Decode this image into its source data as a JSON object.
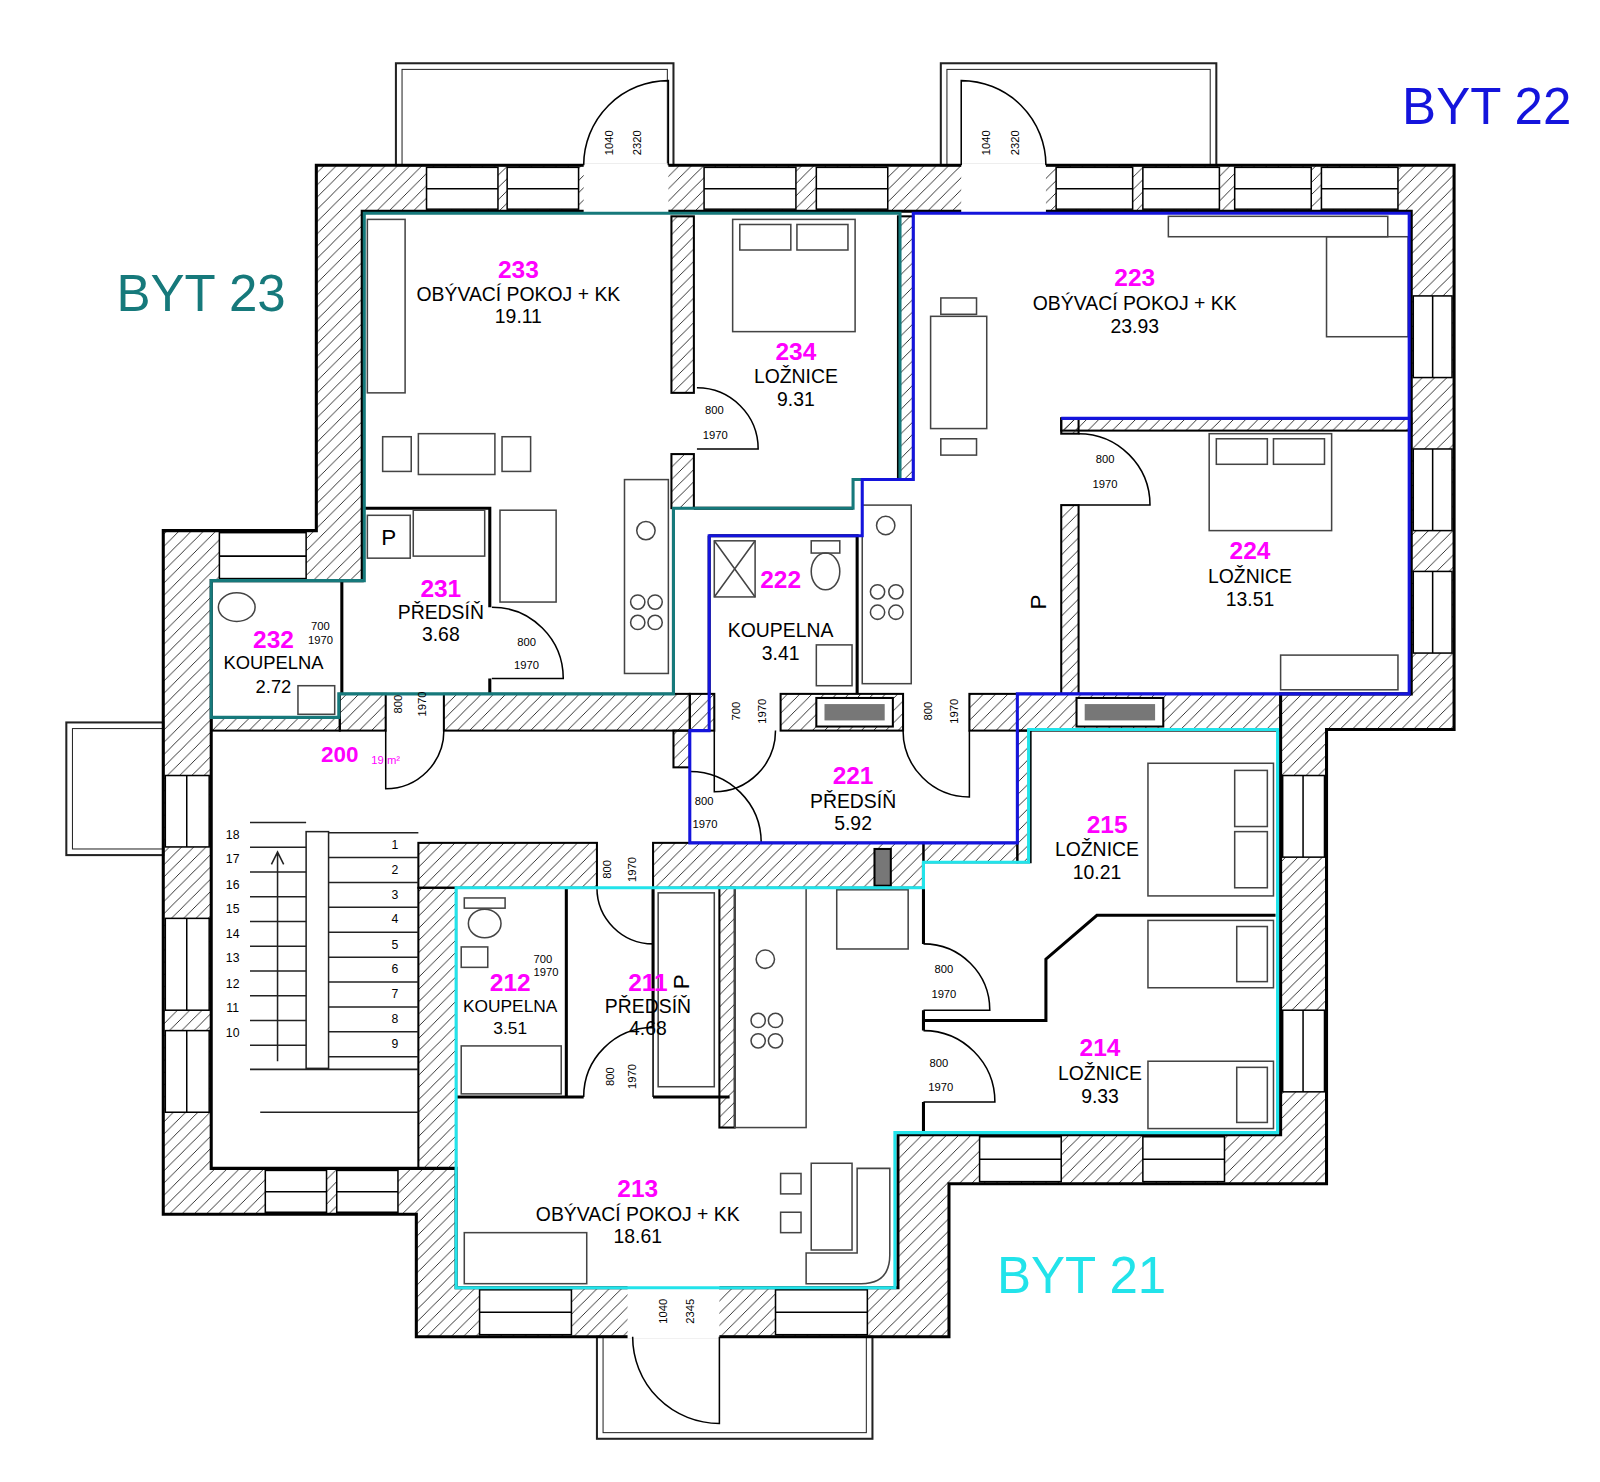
{
  "diagram": {
    "nodes": [
      {
        "text": [
          "BYT 23"
        ]
      },
      {
        "text": [
          "233",
          "OBÝVACÍ POKOJ + KK",
          "19.11"
        ],
        "in": 0
      },
      {
        "text": [
          "234",
          "LOŽNICE",
          "9.31"
        ],
        "in": 0
      },
      {
        "text": [
          "231",
          "PŘEDSÍŇ",
          "3.68"
        ],
        "in": 0
      },
      {
        "text": [
          "232",
          "KOUPELNA",
          "2.72"
        ],
        "in": 0
      },
      {
        "text": [
          "BYT 22"
        ]
      },
      {
        "text": [
          "223",
          "OBÝVACÍ POKOJ + KK",
          "23.93"
        ],
        "in": 5
      },
      {
        "text": [
          "224",
          "LOŽNICE",
          "13.51"
        ],
        "in": 5
      },
      {
        "text": [
          "222",
          "KOUPELNA",
          "3.41"
        ],
        "in": 5
      },
      {
        "text": [
          "221",
          "PŘEDSÍŇ",
          "5.92"
        ],
        "in": 5
      },
      {
        "text": [
          "200",
          "19 m²"
        ]
      },
      {
        "text": [
          "BYT 21"
        ]
      },
      {
        "text": [
          "215",
          "LOŽNICE",
          "10.21"
        ],
        "in": 11
      },
      {
        "text": [
          "212",
          "KOUPELNA",
          "3.51"
        ],
        "in": 11
      },
      {
        "text": [
          "211",
          "PŘEDSÍŇ",
          "4.68"
        ],
        "in": 11
      },
      {
        "text": [
          "214",
          "LOŽNICE",
          "9.33"
        ],
        "in": 11
      },
      {
        "text": [
          "213",
          "OBÝVACÍ POKOJ + KK",
          "18.61"
        ],
        "in": 11
      }
    ],
    "labels": [
      "1040",
      "2320",
      "1040",
      "2320",
      "800",
      "1970",
      "800",
      "1970",
      "P",
      "P",
      "700",
      "1970",
      "800",
      "1970",
      "800",
      "1970",
      "700",
      "1970",
      "800",
      "1970",
      "800",
      "1970",
      "18",
      "17",
      "16",
      "15",
      "14",
      "13",
      "12",
      "11",
      "10",
      "1",
      "2",
      "3",
      "4",
      "5",
      "6",
      "7",
      "8",
      "9",
      "800",
      "1970",
      "700",
      "1970",
      "P",
      "800",
      "1970",
      "800",
      "1970",
      "800",
      "1970",
      "1040",
      "2345"
    ]
  }
}
